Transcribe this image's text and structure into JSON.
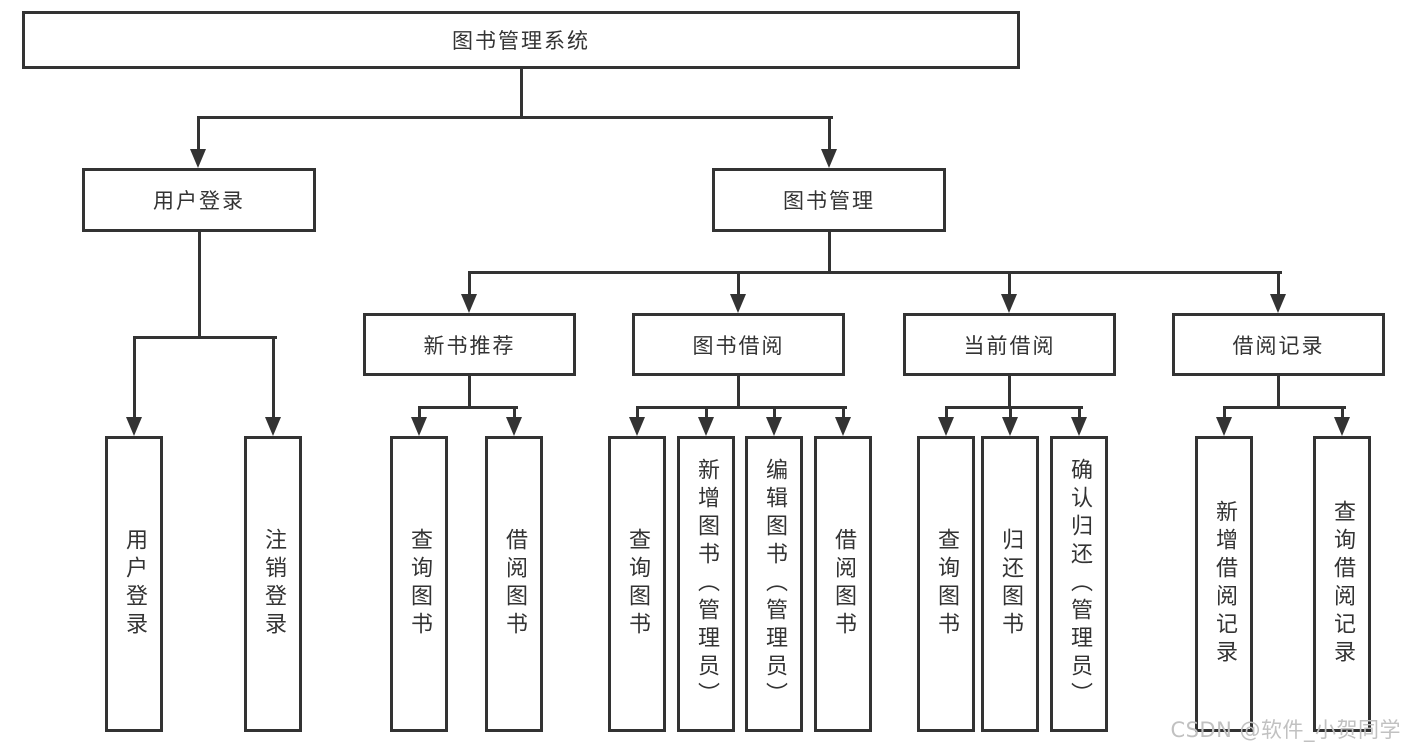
{
  "diagram": {
    "title": "图书管理系统",
    "root": {
      "label": "图书管理系统"
    },
    "level2": [
      {
        "label": "用户登录"
      },
      {
        "label": "图书管理"
      }
    ],
    "level3": [
      {
        "label": "新书推荐"
      },
      {
        "label": "图书借阅"
      },
      {
        "label": "当前借阅"
      },
      {
        "label": "借阅记录"
      }
    ],
    "leaves": [
      {
        "label": "用户登录",
        "parent": "用户登录"
      },
      {
        "label": "注销登录",
        "parent": "用户登录"
      },
      {
        "label": "查询图书",
        "parent": "新书推荐"
      },
      {
        "label": "借阅图书",
        "parent": "新书推荐"
      },
      {
        "label": "查询图书",
        "parent": "图书借阅"
      },
      {
        "label": "新增图书（管理员）",
        "parent": "图书借阅"
      },
      {
        "label": "编辑图书（管理员）",
        "parent": "图书借阅"
      },
      {
        "label": "借阅图书",
        "parent": "图书借阅"
      },
      {
        "label": "查询图书",
        "parent": "当前借阅"
      },
      {
        "label": "归还图书",
        "parent": "当前借阅"
      },
      {
        "label": "确认归还（管理员）",
        "parent": "当前借阅"
      },
      {
        "label": "新增借阅记录",
        "parent": "借阅记录"
      },
      {
        "label": "查询借阅记录",
        "parent": "借阅记录"
      }
    ],
    "colors": {
      "line": "#333333",
      "text": "#333333",
      "background": "#ffffff",
      "watermark": "#c1c1c1"
    }
  },
  "watermark": {
    "text": "CSDN @软件_小贺同学"
  }
}
